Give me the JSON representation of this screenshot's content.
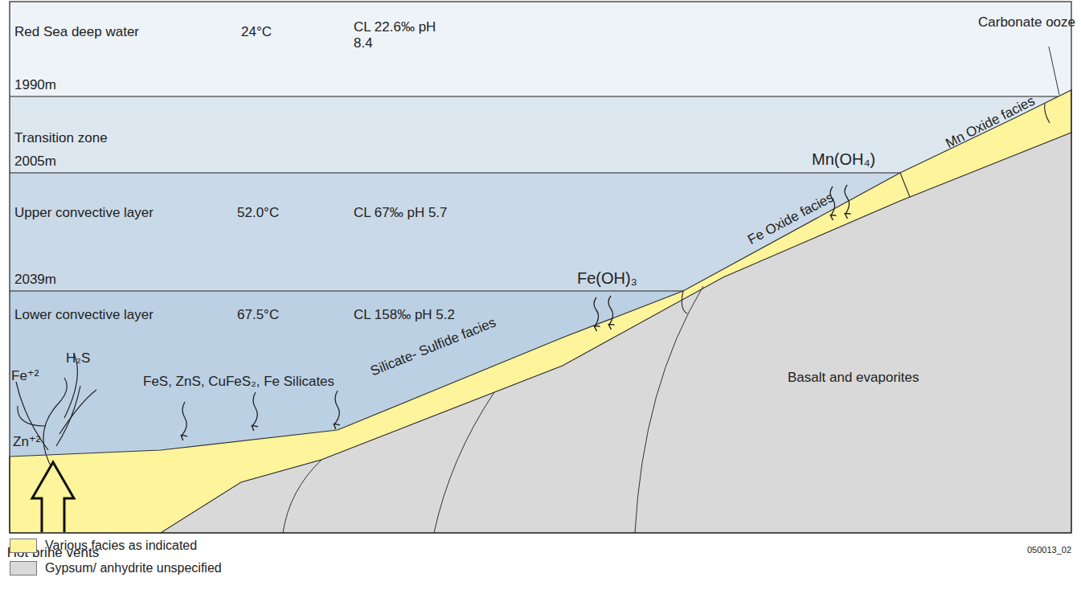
{
  "diagram": {
    "nodes": [
      {
        "text": [
          "Red Sea deep water",
          "24°C",
          "CL 22.6‰ pH 8.4"
        ]
      },
      {
        "text": [
          "Transition zone"
        ]
      },
      {
        "text": [
          "Upper convective layer",
          "52.0°C",
          "CL 67‰ pH 5.7"
        ]
      },
      {
        "text": [
          "Lower convective layer",
          "67.5°C",
          "CL 158‰ pH 5.2"
        ]
      }
    ],
    "labels": [
      "1990m",
      "2005m",
      "2039m",
      "Carbonate ooze",
      "Mn(OH₄)",
      "Mn Oxide facies",
      "Fe Oxide facies",
      "Fe(OH)₃",
      "Silicate- Sulfide facies",
      "Fe⁺²",
      "H₂S",
      "Zn⁺²",
      "Hot brine vents",
      "FeS, ZnS, CuFeS₂, Fe Silicates",
      "Basalt and evaporites",
      "050013_02"
    ],
    "legend": [
      {
        "text": "Various facies as indicated",
        "color": "#fdf49b"
      },
      {
        "text": "Gypsum/ anhydrite unspecified",
        "color": "#d9d9d9"
      }
    ]
  }
}
